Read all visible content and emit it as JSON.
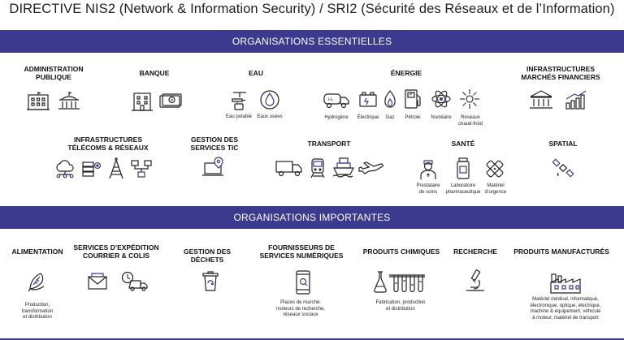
{
  "title": "DIRECTIVE NIS2 (Network & Information Security) / SRI2 (Sécurité des Réseaux et de l’Information)",
  "bands": {
    "essential": "ORGANISATIONS ESSENTIELLES",
    "important": "ORGANISATIONS IMPORTANTES"
  },
  "essential": {
    "admin": "ADMINISTRATION\nPUBLIQUE",
    "banque": "BANQUE",
    "eau": "EAU",
    "eau_potable": "Eau potable",
    "eaux_usees": "Eaux usées",
    "energie": "ÉNERGIE",
    "hydrogene": "Hydrogène",
    "electrique": "Électrique",
    "gaz": "Gaz",
    "petrole": "Pétrole",
    "nucleaire": "Nucléaire",
    "reseaux_chaud_froid": "Réseaux\nchaud-froid",
    "infra_fin": "INFRASTRUCTURES\nMARCHÉS FINANCIERS",
    "infra_telecom": "INFRASTRUCTURES\nTÉLÉCOMS & RÉSEAUX",
    "gestion_tic": "GESTION DES\nSERVICES TIC",
    "transport": "TRANSPORT",
    "sante": "SANTÉ",
    "prestataire": "Prestataire\nde soins",
    "laboratoire": "Laboratoire\npharmaceutique",
    "materiel_urgence": "Matériel\nd’urgence",
    "spatial": "SPATIAL"
  },
  "important": {
    "alimentation": "ALIMENTATION",
    "alimentation_cap": "Production,\ntransformation\net distribution",
    "expedition": "SERVICES D’EXPÉDITION\nCOURRIER & COLIS",
    "dechets": "GESTION DES DÉCHETS",
    "numeriques": "FOURNISSEURS DE\nSERVICES NUMÉRIQUES",
    "numeriques_cap": "Places de marché,\nmoteurs de recherche,\nréseaux sociaux",
    "chimiques": "PRODUITS CHIMIQUES",
    "chimiques_cap": "Fabrication, production\net distribution",
    "recherche": "RECHERCHE",
    "manufactures": "PRODUITS MANUFACTURÉS",
    "manufactures_cap": "Matériel médical, informatique,\nélectronique, optique, électrique,\nmachine & équipement, véhicule\nà moteur, matériel de transport"
  }
}
